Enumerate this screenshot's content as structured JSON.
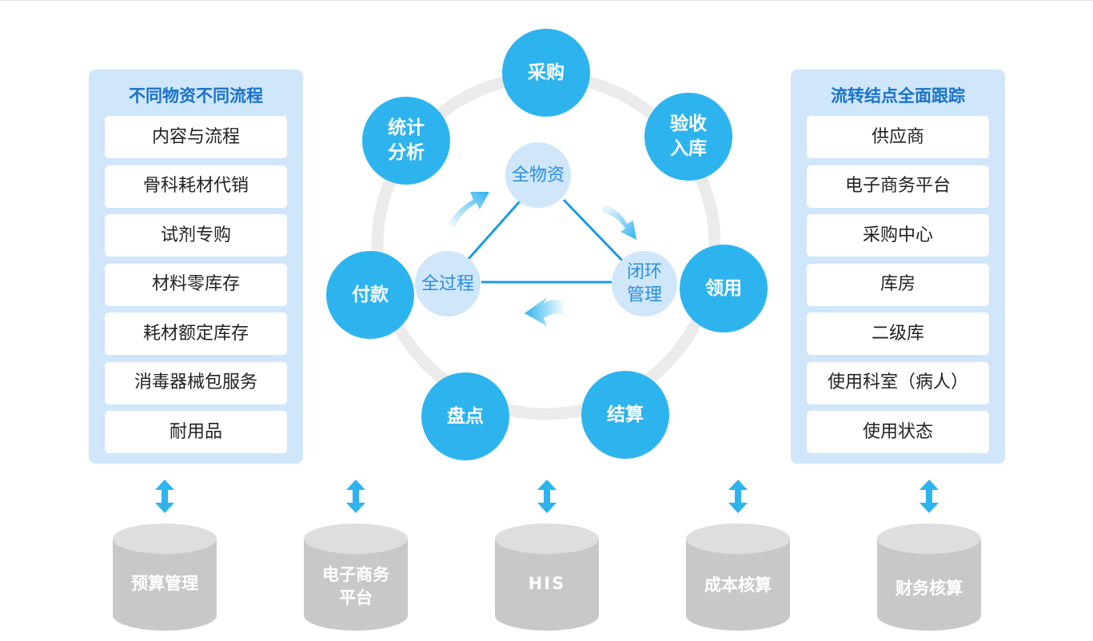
{
  "left_panel": {
    "title": "不同物资不同流程",
    "items": [
      "内容与流程",
      "骨科耗材代销",
      "试剂专购",
      "材料零库存",
      "耗材额定库存",
      "消毒器械包服务",
      "耐用品"
    ]
  },
  "right_panel": {
    "title": "流转结点全面跟踪",
    "items": [
      "供应商",
      "电子商务平台",
      "采购中心",
      "库房",
      "二级库",
      "使用科室（病人）",
      "使用状态"
    ]
  },
  "cycle_nodes": [
    {
      "lines": [
        "采购"
      ]
    },
    {
      "lines": [
        "验收",
        "入库"
      ]
    },
    {
      "lines": [
        "领用"
      ]
    },
    {
      "lines": [
        "结算"
      ]
    },
    {
      "lines": [
        "盘点"
      ]
    },
    {
      "lines": [
        "付款"
      ]
    },
    {
      "lines": [
        "统计",
        "分析"
      ]
    }
  ],
  "triangle": {
    "top": "全物资",
    "left": "全过程",
    "right_lines": [
      "闭环",
      "管理"
    ]
  },
  "databases": [
    {
      "lines": [
        "预算管理"
      ]
    },
    {
      "lines": [
        "电子商务",
        "平台"
      ]
    },
    {
      "lines": [
        "HIS"
      ]
    },
    {
      "lines": [
        "成本核算"
      ]
    },
    {
      "lines": [
        "财务核算"
      ]
    }
  ],
  "colors": {
    "panel_bg": "#cfe6fb",
    "title_blue": "#1a73c9",
    "node_blue": "#2db4ef",
    "ring_gray": "#ebebeb",
    "db_gray": "#c8c8c8",
    "arrow_blue": "#2db4ef",
    "line_blue": "#1a9ae0"
  }
}
